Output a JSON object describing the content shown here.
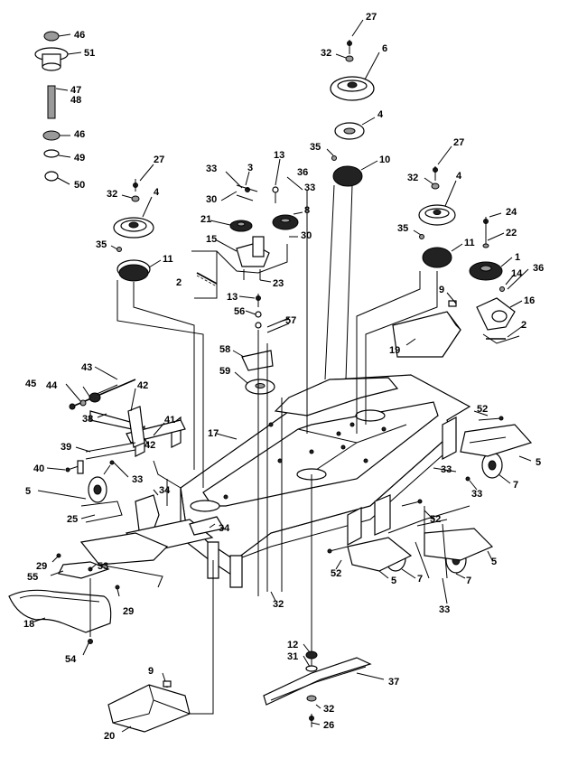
{
  "callouts": {
    "c1": "46",
    "c2": "51",
    "c3": "47",
    "c4": "48",
    "c5": "46",
    "c6": "49",
    "c7": "50",
    "c8": "27",
    "c9": "32",
    "c10": "6",
    "c11": "4",
    "c12": "35",
    "c13": "10",
    "c14": "27",
    "c15": "32",
    "c16": "4",
    "c17": "35",
    "c18": "11",
    "c19": "33",
    "c20": "3",
    "c21": "13",
    "c22": "36",
    "c23": "33",
    "c24": "30",
    "c25": "8",
    "c26": "21",
    "c27": "30",
    "c28": "15",
    "c29": "2",
    "c30": "23",
    "c31": "27",
    "c32": "32",
    "c33": "4",
    "c34": "24",
    "c35": "35",
    "c36": "22",
    "c37": "11",
    "c38": "1",
    "c39": "14",
    "c40": "36",
    "c41": "9",
    "c42": "16",
    "c43": "13",
    "c44": "56",
    "c45": "57",
    "c46": "58",
    "c47": "59",
    "c48": "2",
    "c49": "19",
    "c50": "43",
    "c51": "45",
    "c52": "44",
    "c53": "42",
    "c54": "38",
    "c55": "41",
    "c56": "42",
    "c57": "17",
    "c58": "39",
    "c59": "40",
    "c60": "33",
    "c61": "34",
    "c62": "5",
    "c63": "25",
    "c64": "34",
    "c65": "52",
    "c66": "5",
    "c67": "33",
    "c68": "7",
    "c69": "33",
    "c70": "52",
    "c71": "5",
    "c72": "52",
    "c73": "7",
    "c74": "7",
    "c75": "5",
    "c76": "33",
    "c77": "29",
    "c78": "55",
    "c79": "53",
    "c80": "29",
    "c81": "18",
    "c82": "32",
    "c83": "54",
    "c84": "12",
    "c85": "31",
    "c86": "37",
    "c87": "9",
    "c88": "32",
    "c89": "26",
    "c90": "20"
  }
}
